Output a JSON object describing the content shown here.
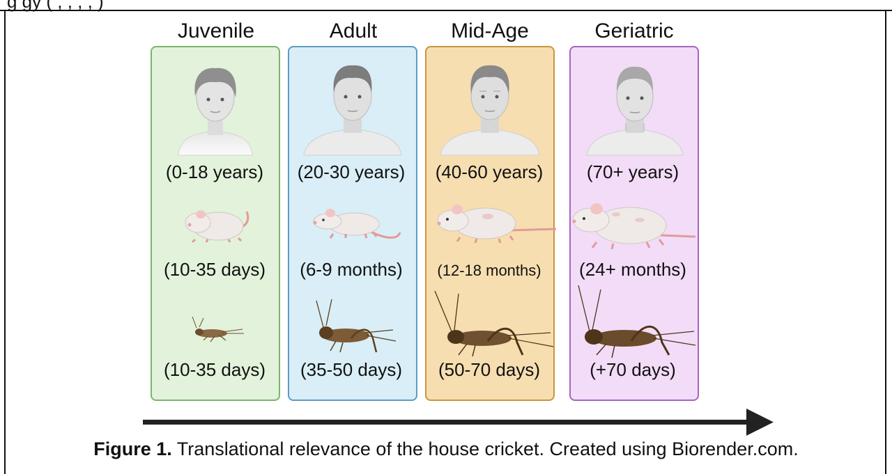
{
  "header_text": "g                                                   gy (                ,         ,                   ,      ,         )",
  "stages": [
    {
      "title": "Juvenile",
      "human_age": "(0-18 years)",
      "rat_age": "(10-35 days)",
      "cricket_age": "(10-35 days)",
      "fill": "#e3f2da",
      "border": "#7ab66a"
    },
    {
      "title": "Adult",
      "human_age": "(20-30 years)",
      "rat_age": "(6-9 months)",
      "cricket_age": "(35-50 days)",
      "fill": "#d9eef6",
      "border": "#5c9bc2"
    },
    {
      "title": "Mid-Age",
      "human_age": "(40-60 years)",
      "rat_age": "(12-18 months)",
      "cricket_age": "(50-70 days)",
      "fill": "#f6deb0",
      "border": "#c8963e"
    },
    {
      "title": "Geriatric",
      "human_age": "(70+ years)",
      "rat_age": "(24+ months)",
      "cricket_age": "(+70 days)",
      "fill": "#f3dcf8",
      "border": "#a863c0"
    }
  ],
  "icons": {
    "human": "human-bust-icon",
    "rat": "rat-icon",
    "cricket": "cricket-icon",
    "arrow": "right-arrow-icon"
  },
  "caption": {
    "label": "Figure 1.",
    "text": " Translational relevance of the house cricket. Created using Biorender.com."
  }
}
